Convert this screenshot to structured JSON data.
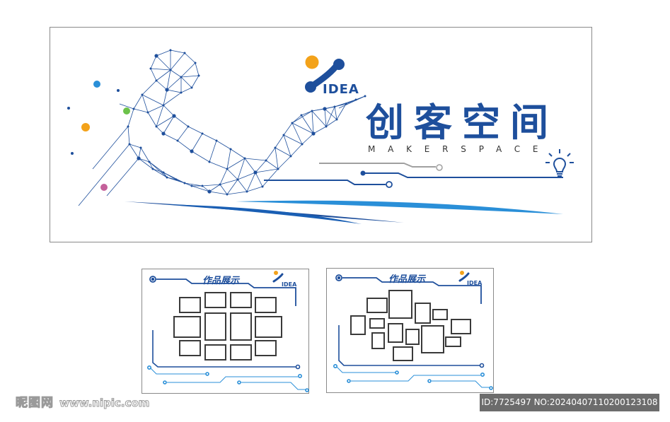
{
  "main_panel": {
    "brand_text": "IDEA",
    "title": "创客空间",
    "subtitle": "MAKERSPACE"
  },
  "boards": [
    {
      "title": "作品展示",
      "brand_text": "IDEA",
      "layout": "grid"
    },
    {
      "title": "作品展示",
      "brand_text": "IDEA",
      "layout": "scattered"
    }
  ],
  "watermark": {
    "site_name": "昵图网",
    "site_url": "www.nipic.com",
    "id_text": "ID:7725497 NO:20240407110200123108"
  },
  "colors": {
    "brand_blue": "#1e4f9c",
    "accent_orange": "#f3a21a",
    "light_blue": "#2a8fd8",
    "green_dot": "#6cc24a",
    "pink_dot": "#c4609a",
    "frame_gray": "#3a3a3a"
  },
  "icons": [
    "network-figure-illustration",
    "lightbulb-icon",
    "idea-logo-icon"
  ]
}
